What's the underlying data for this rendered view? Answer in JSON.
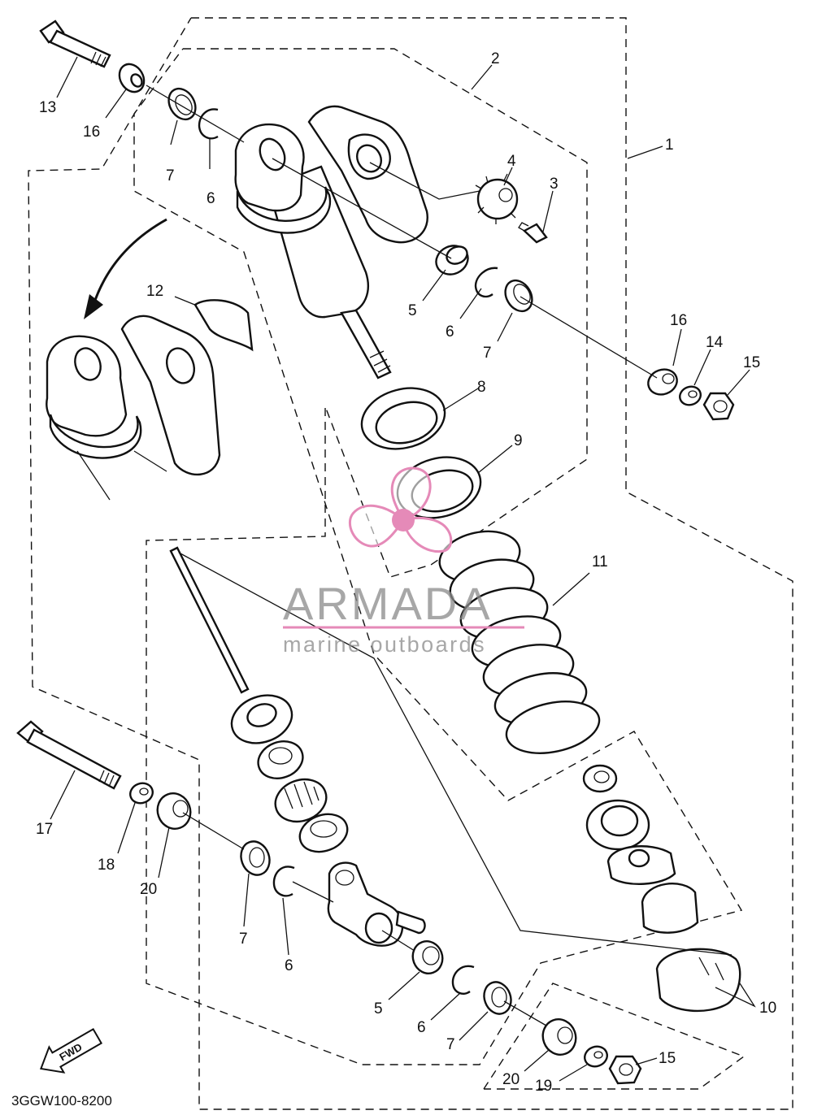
{
  "diagram": {
    "callouts": [
      {
        "id": "c1",
        "label": "1"
      },
      {
        "id": "c2",
        "label": "2"
      },
      {
        "id": "c3",
        "label": "3"
      },
      {
        "id": "c4",
        "label": "4"
      },
      {
        "id": "c5a",
        "label": "5"
      },
      {
        "id": "c5b",
        "label": "5"
      },
      {
        "id": "c6a",
        "label": "6"
      },
      {
        "id": "c6b",
        "label": "6"
      },
      {
        "id": "c6c",
        "label": "6"
      },
      {
        "id": "c6d",
        "label": "6"
      },
      {
        "id": "c7a",
        "label": "7"
      },
      {
        "id": "c7b",
        "label": "7"
      },
      {
        "id": "c7c",
        "label": "7"
      },
      {
        "id": "c7d",
        "label": "7"
      },
      {
        "id": "c8",
        "label": "8"
      },
      {
        "id": "c9",
        "label": "9"
      },
      {
        "id": "c10",
        "label": "10"
      },
      {
        "id": "c11",
        "label": "11"
      },
      {
        "id": "c12",
        "label": "12"
      },
      {
        "id": "c13",
        "label": "13"
      },
      {
        "id": "c14",
        "label": "14"
      },
      {
        "id": "c15a",
        "label": "15"
      },
      {
        "id": "c15b",
        "label": "15"
      },
      {
        "id": "c16a",
        "label": "16"
      },
      {
        "id": "c16b",
        "label": "16"
      },
      {
        "id": "c17",
        "label": "17"
      },
      {
        "id": "c18",
        "label": "18"
      },
      {
        "id": "c19",
        "label": "19"
      },
      {
        "id": "c20a",
        "label": "20"
      },
      {
        "id": "c20b",
        "label": "20"
      }
    ],
    "fwd_label": "FWD",
    "diagram_code": "3GGW100-8200"
  },
  "watermark": {
    "title": "ARMADA",
    "subtitle": "marine outboards",
    "color": "#e58ab8"
  }
}
